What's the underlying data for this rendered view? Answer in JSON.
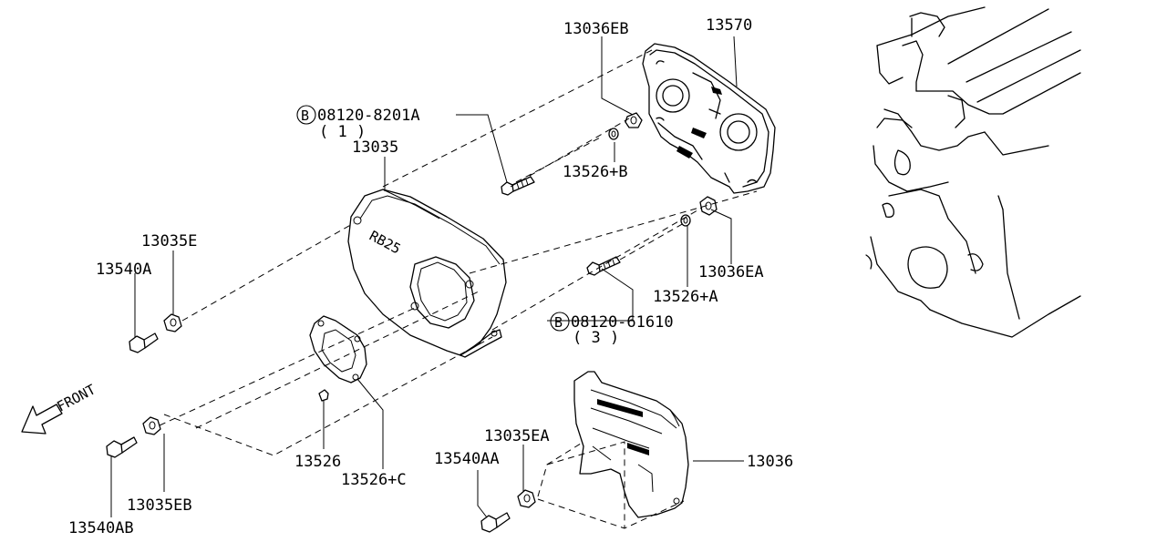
{
  "parts": {
    "p13036EB": "13036EB",
    "p13570": "13570",
    "bolt_b1_code": "08120-8201A",
    "bolt_b1_qty": "( 1 )",
    "bolt_circle_letter": "B",
    "p13035": "13035",
    "p13526B": "13526+B",
    "p13035E": "13035E",
    "p13540A": "13540A",
    "p13036EA": "13036EA",
    "p13526A": "13526+A",
    "bolt_b2_code": "08120-61610",
    "bolt_b2_qty": "( 3 )",
    "front_label": "FRONT",
    "p13035EA": "13035EA",
    "p13540AA": "13540AA",
    "p13036": "13036",
    "p13526": "13526",
    "p13526C": "13526+C",
    "p13035EB": "13035EB",
    "p13540AB": "13540AB",
    "cover_badge": "RB25"
  }
}
